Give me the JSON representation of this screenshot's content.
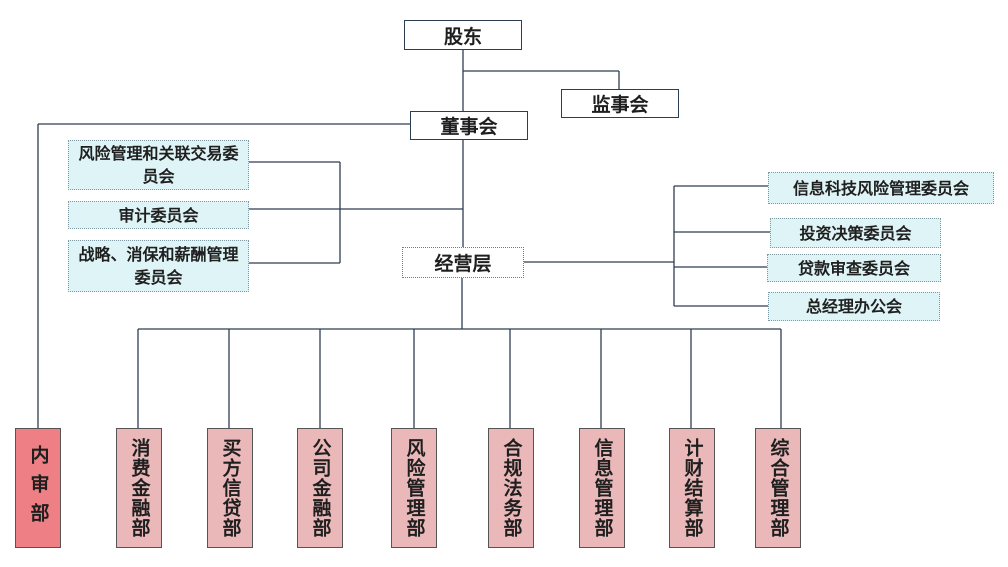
{
  "top": {
    "shareholders": "股东",
    "supervisory_board": "监事会",
    "board_of_directors": "董事会",
    "management": "经营层"
  },
  "board_committees": [
    "风险管理和关联交易委员会",
    "审计委员会",
    "战略、消保和薪酬管理委员会"
  ],
  "management_committees": [
    "信息科技风险管理委员会",
    "投资决策委员会",
    "贷款审查委员会",
    "总经理办公会"
  ],
  "departments": {
    "internal_audit": "内审部",
    "list": [
      "消费金融部",
      "买方信贷部",
      "公司金融部",
      "风险管理部",
      "合规法务部",
      "信息管理部",
      "计财结算部",
      "综合管理部"
    ]
  },
  "colors": {
    "line": "#2e3e52",
    "committee_fill": "#dff4f6",
    "dept_fill": "#eab8b9",
    "audit_fill": "#ee7f84"
  }
}
